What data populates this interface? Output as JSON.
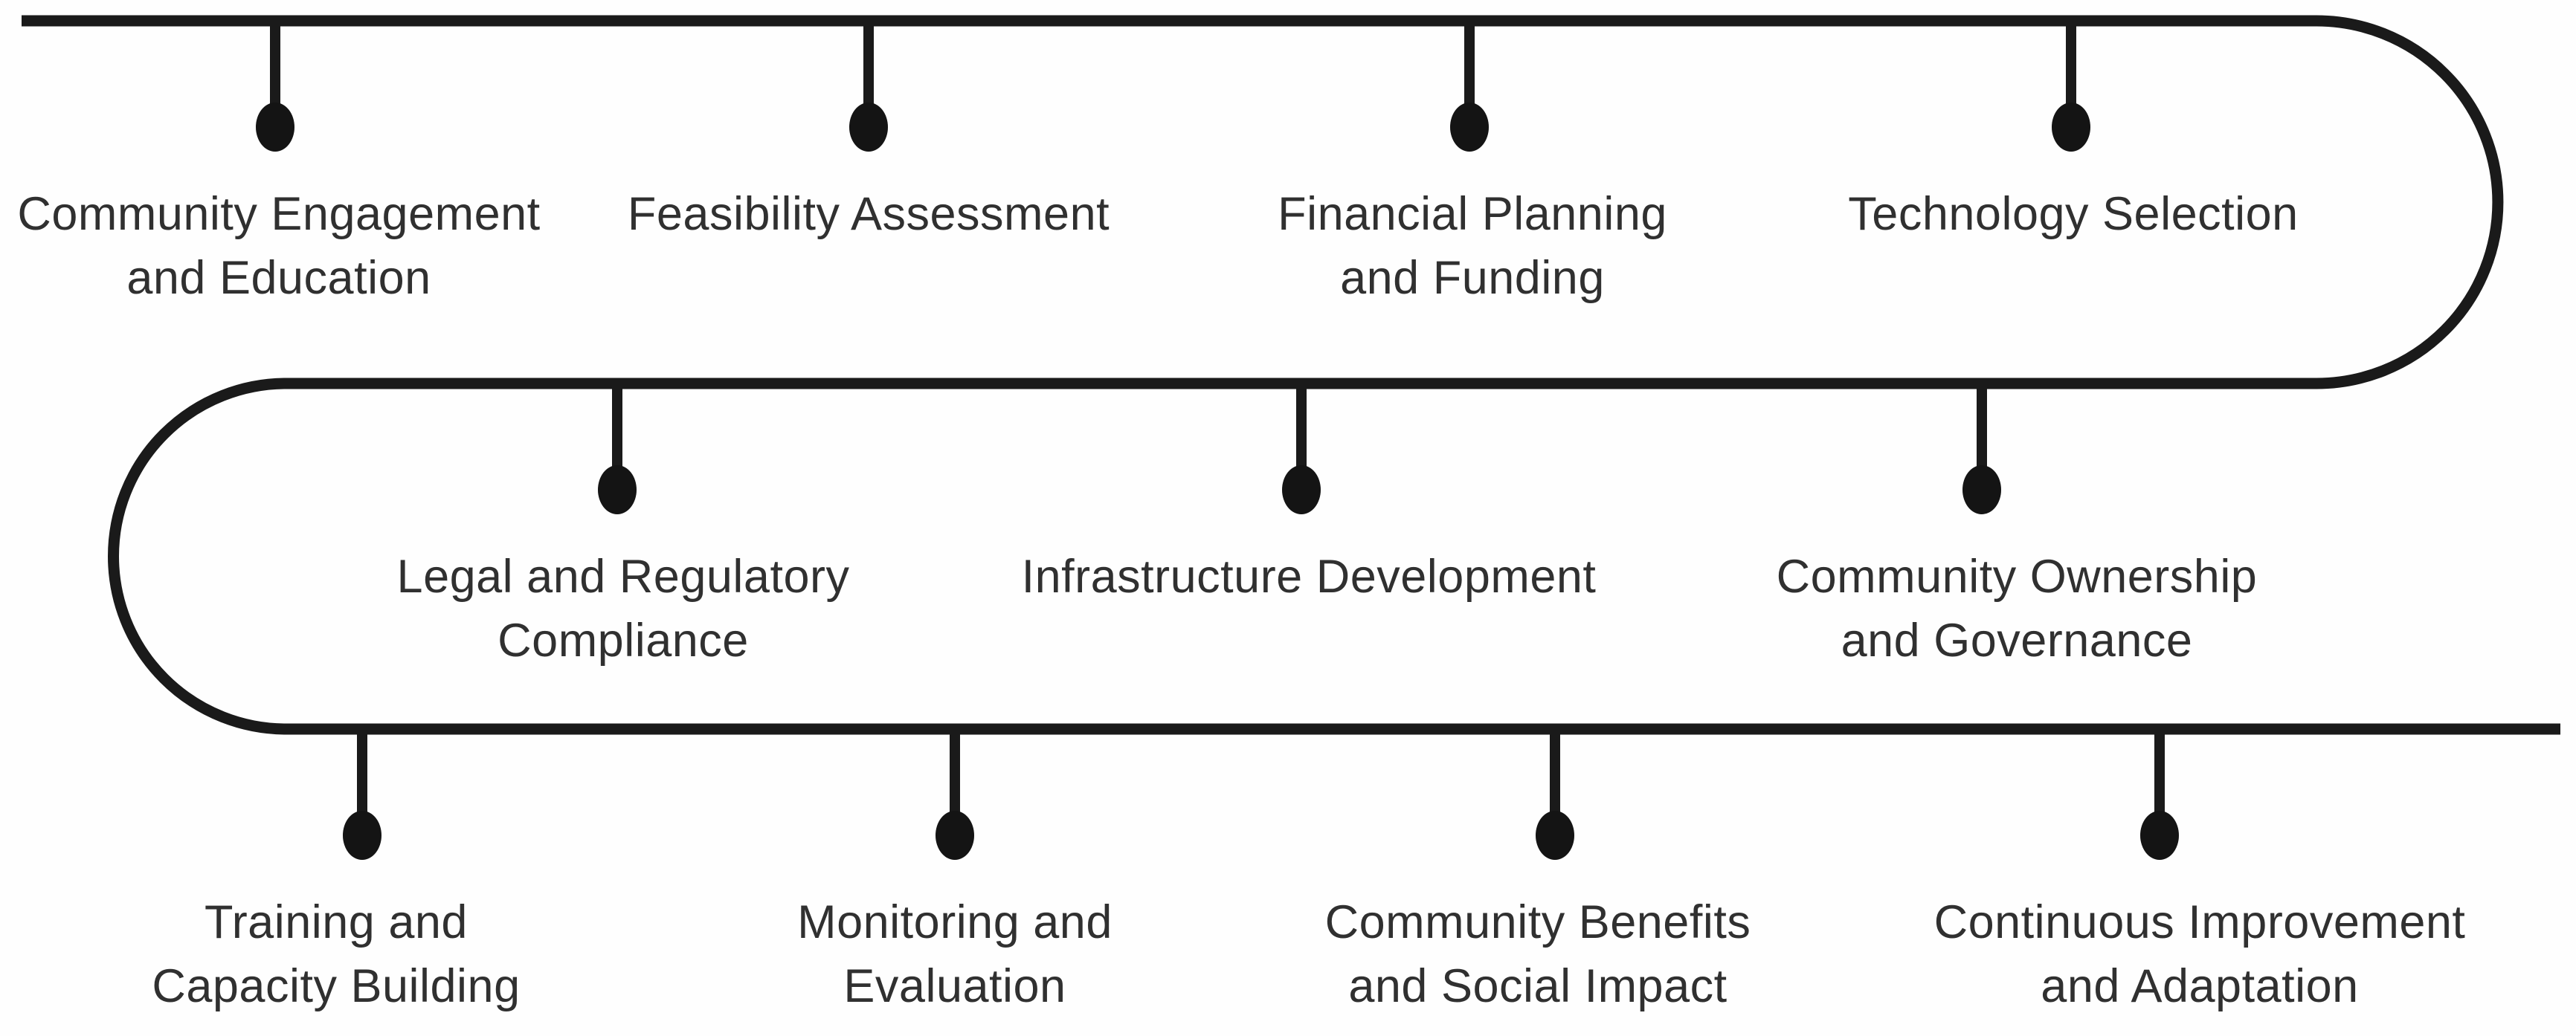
{
  "diagram": {
    "type": "serpentine-process-timeline",
    "colors": {
      "background": "#fefefe",
      "line": "#1a1a1a",
      "dot": "#141414",
      "text": "#303030"
    },
    "rows": [
      {
        "index": 1,
        "milestone_count": 4
      },
      {
        "index": 2,
        "milestone_count": 3
      },
      {
        "index": 3,
        "milestone_count": 4
      }
    ],
    "milestones": [
      {
        "id": 1,
        "row": 1,
        "line1": "Community Engagement",
        "line2": "and Education"
      },
      {
        "id": 2,
        "row": 1,
        "line1": "Feasibility Assessment"
      },
      {
        "id": 3,
        "row": 1,
        "line1": "Financial Planning",
        "line2": "and Funding"
      },
      {
        "id": 4,
        "row": 1,
        "line1": "Technology Selection"
      },
      {
        "id": 5,
        "row": 2,
        "line1": "Legal and Regulatory",
        "line2": "Compliance"
      },
      {
        "id": 6,
        "row": 2,
        "line1": "Infrastructure Development"
      },
      {
        "id": 7,
        "row": 2,
        "line1": "Community Ownership",
        "line2": "and Governance"
      },
      {
        "id": 8,
        "row": 3,
        "line1": "Training and",
        "line2": "Capacity Building"
      },
      {
        "id": 9,
        "row": 3,
        "line1": "Monitoring and",
        "line2": "Evaluation"
      },
      {
        "id": 10,
        "row": 3,
        "line1": "Community Benefits",
        "line2": "and Social Impact"
      },
      {
        "id": 11,
        "row": 3,
        "line1": "Continuous Improvement",
        "line2": "and Adaptation"
      }
    ]
  }
}
